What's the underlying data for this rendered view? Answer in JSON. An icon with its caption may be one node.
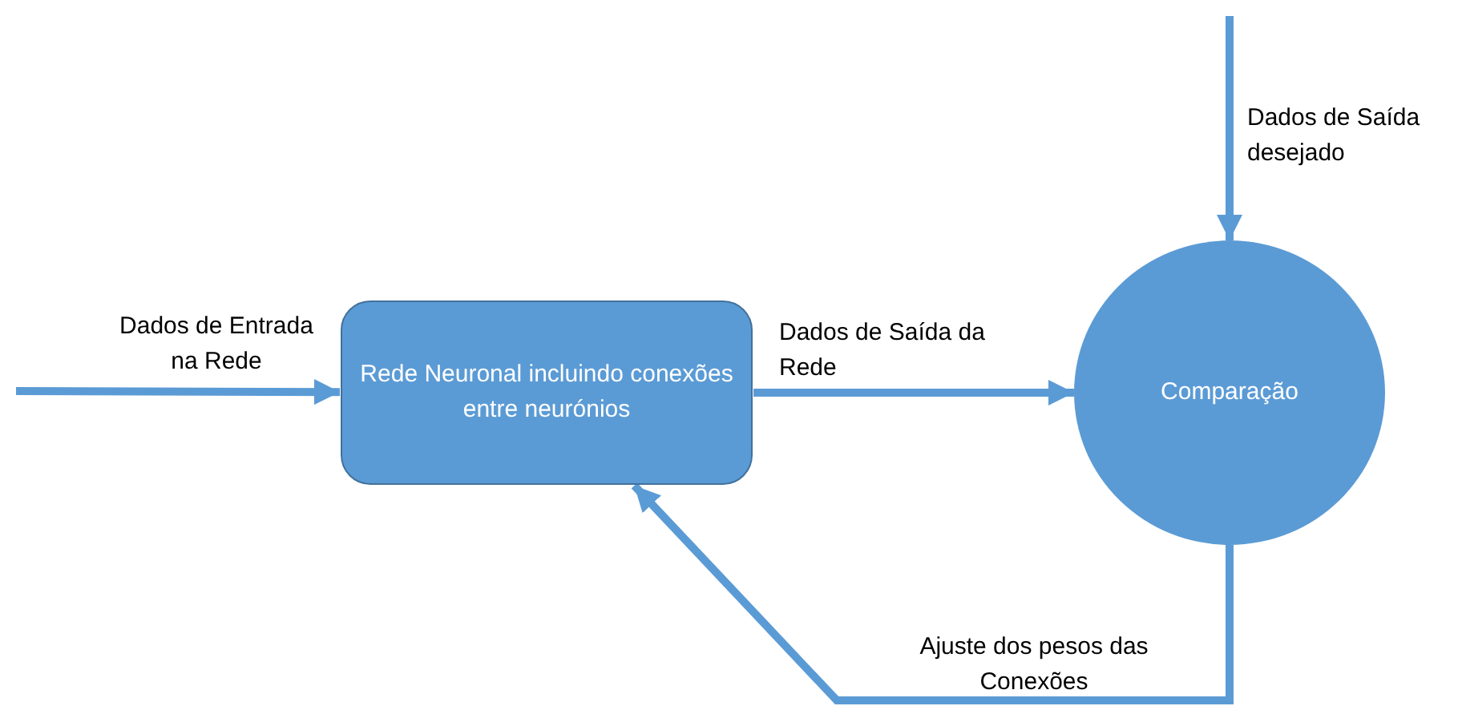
{
  "diagram": {
    "nodes": [
      {
        "text": [
          "Rede Neuronal incluindo conexões entre neurónios"
        ]
      },
      {
        "text": [
          "Comparação"
        ]
      }
    ],
    "edges": [
      {
        "from": null,
        "to": 0,
        "arrow": "to",
        "label": "Dados de Entrada na Rede"
      },
      {
        "from": 0,
        "to": 1,
        "arrow": "to",
        "label": "Dados de Saída da Rede"
      },
      {
        "from": null,
        "to": 1,
        "arrow": "to",
        "label": "Dados de Saída desejado"
      },
      {
        "from": 1,
        "to": 0,
        "arrow": "to",
        "label": "Ajuste dos pesos das Conexões"
      }
    ]
  }
}
